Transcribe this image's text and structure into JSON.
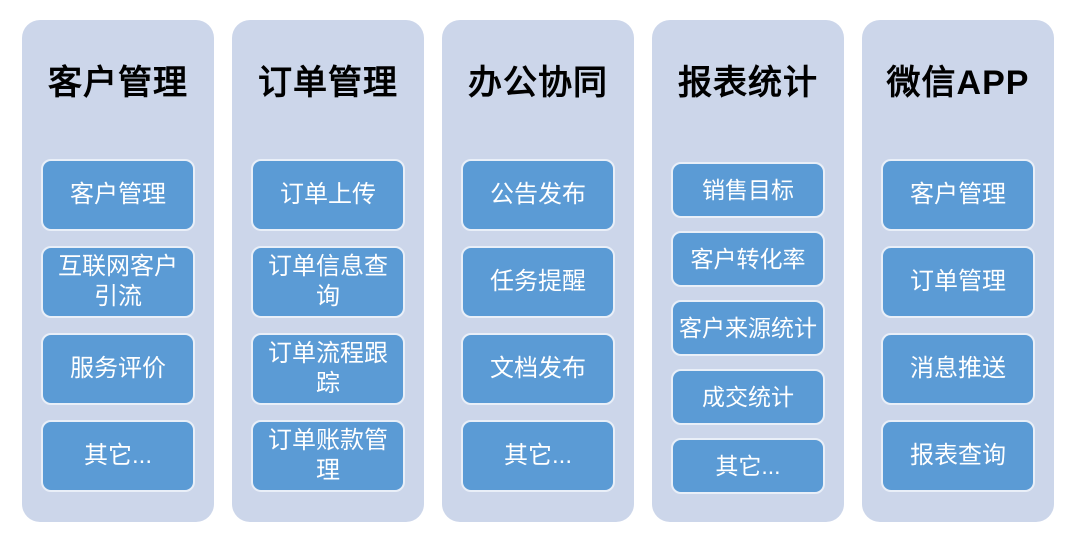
{
  "page": {
    "background": "#ffffff"
  },
  "colors": {
    "panel_bg": "#ccd6ea",
    "pill_bg": "#5b9bd5",
    "pill_border": "#e9eff8",
    "title_text": "#000000",
    "pill_text": "#ffffff"
  },
  "columns": [
    {
      "title": "客户管理",
      "items": [
        "客户管理",
        "互联网客户引流",
        "服务评价",
        "其它..."
      ]
    },
    {
      "title": "订单管理",
      "items": [
        "订单上传",
        "订单信息查询",
        "订单流程跟踪",
        "订单账款管理"
      ]
    },
    {
      "title": "办公协同",
      "items": [
        "公告发布",
        "任务提醒",
        "文档发布",
        "其它..."
      ]
    },
    {
      "title": "报表统计",
      "items": [
        "销售目标",
        "客户转化率",
        "客户来源统计",
        "成交统计",
        "其它..."
      ]
    },
    {
      "title": "微信APP",
      "items": [
        "客户管理",
        "订单管理",
        "消息推送",
        "报表查询"
      ]
    }
  ]
}
